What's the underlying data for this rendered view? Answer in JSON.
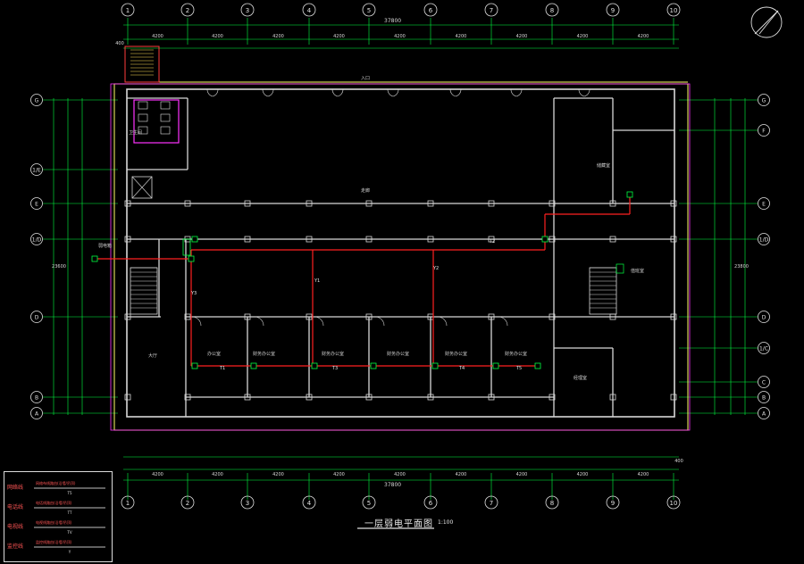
{
  "drawing": {
    "title": "一层弱电平面图",
    "scale": "1:100",
    "overall_top": "37800",
    "overall_bottom": "37800",
    "col_grid": [
      "1",
      "2",
      "3",
      "4",
      "5",
      "6",
      "7",
      "8",
      "9",
      "10"
    ],
    "row_grid_right": [
      "G",
      "F",
      "E",
      "1/D",
      "D",
      "1/C",
      "C",
      "B",
      "A"
    ],
    "row_grid_left": [
      "G",
      "1/E",
      "E",
      "1/D",
      "D",
      "B",
      "A"
    ],
    "top_spans": [
      "4200",
      "4200",
      "4200",
      "4200",
      "4200",
      "4200",
      "4200",
      "4200",
      "4200"
    ],
    "bottom_spans": [
      "4200",
      "4200",
      "4200",
      "4200",
      "4200",
      "4200",
      "4200",
      "4200",
      "4200"
    ],
    "right_total": "23800",
    "left_total": "23600",
    "corner_left": "400",
    "corner_right": "400"
  },
  "rooms": {
    "hall": "大厅",
    "office1": "办公室",
    "office2": "财务办公室",
    "office3": "财务办公室",
    "office4": "财务办公室",
    "office5": "财务办公室",
    "office6": "财务办公室",
    "lounge": "经理室",
    "store": "储藏室",
    "duty": "值班室",
    "wc": "卫生间",
    "corridor": "走廊",
    "entry": "入口"
  },
  "cabinet_label": "弱电箱",
  "tags": {
    "t1": "T1",
    "t2": "T2",
    "t3": "T3",
    "t4": "T4",
    "t5": "T5",
    "y1": "Y1",
    "y2": "Y2",
    "y3": "Y3"
  },
  "legend": {
    "rows": [
      {
        "key": "网络线",
        "desc": "网络布线路由(沿墙/吊顶)",
        "code": "T5",
        "color": "#ff2a2a"
      },
      {
        "key": "电话线",
        "desc": "电话线路由(沿墙/吊顶)",
        "code": "TT",
        "color": "#ff2a2a"
      },
      {
        "key": "电视线",
        "desc": "电视线路由(沿墙/吊顶)",
        "code": "TV",
        "color": "#ff2a2a"
      },
      {
        "key": "监控线",
        "desc": "监控线路由(沿墙/吊顶)",
        "code": "Y",
        "color": "#ff2a2a"
      }
    ]
  },
  "colors": {
    "wall": "#d8d8d8",
    "dim": "#00ff40",
    "route": "#ff2020",
    "border": "#ffff66",
    "accent": "#ff33ff"
  }
}
